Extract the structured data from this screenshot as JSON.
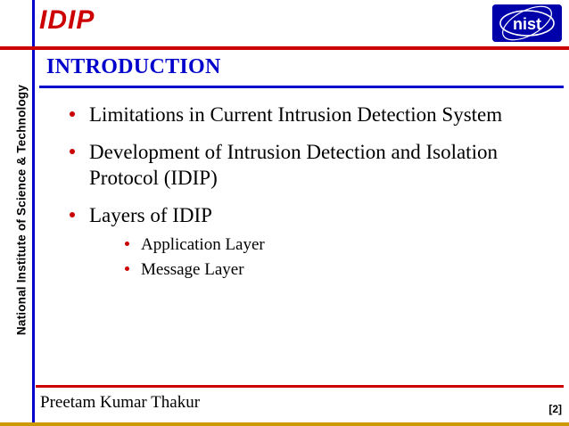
{
  "slide": {
    "title": "IDIP",
    "sidebar_text": "National Institute of Science & Technology",
    "section_heading": "INTRODUCTION",
    "bullets": [
      {
        "text": "Limitations in Current Intrusion Detection System",
        "sub": []
      },
      {
        "text": "Development of Intrusion Detection and Isolation Protocol (IDIP)",
        "sub": []
      },
      {
        "text": "Layers of IDIP",
        "sub": [
          "Application Layer",
          "Message Layer"
        ]
      }
    ],
    "footer_name": "Preetam Kumar Thakur",
    "page_number": "[2]",
    "logo_text": "nist",
    "colors": {
      "title_red": "#cc0000",
      "heading_blue": "#0000cc",
      "logo_blue": "#0000aa",
      "bottom_gold": "#cc9900"
    }
  }
}
